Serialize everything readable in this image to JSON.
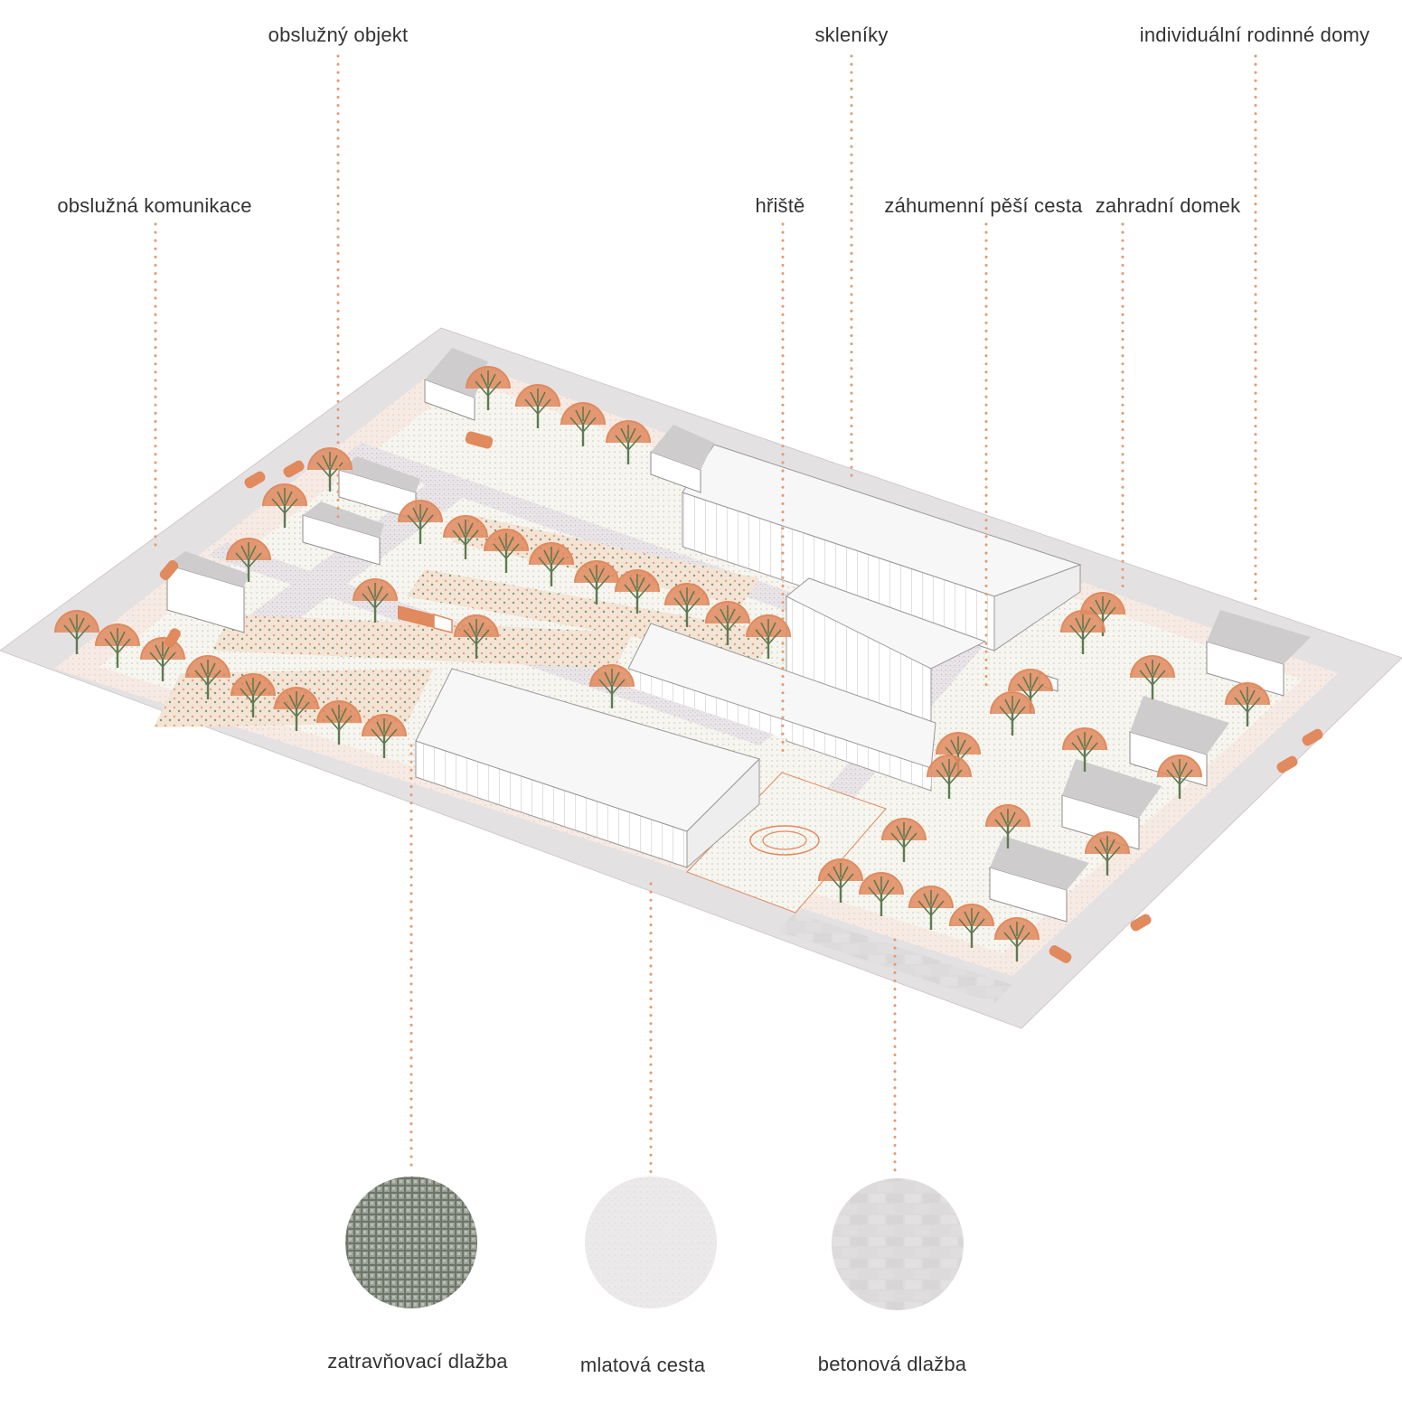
{
  "labels": {
    "obsluzny_objekt": "obslužný objekt",
    "skleniky": "skleníky",
    "individualni_rodinne_domy": "individuální rodinné domy",
    "obsluzna_komunikace": "obslužná komunikace",
    "hriste": "hřiště",
    "zahumenni_pesi_cesta": "záhumenní pěší cesta",
    "zahradni_domek": "zahradní domek"
  },
  "materials": {
    "zatravnovaci_dlazba": "zatravňovací dlažba",
    "mlatova_cesta": "mlatová cesta",
    "betonova_dlazba": "betonová dlažba"
  },
  "colors": {
    "accent": "#e39a73",
    "tree_green": "#5f7a52",
    "tree_orange": "#e08a5e",
    "site_pink": "#f3e6df",
    "road_grey": "#e4e1e3",
    "building_white": "#ffffff",
    "building_shadow": "#cfcccd",
    "text": "#333333"
  }
}
